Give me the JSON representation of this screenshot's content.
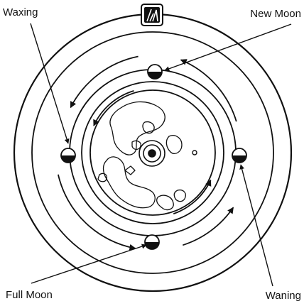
{
  "labels": {
    "waxing": "Waxing",
    "new_moon": "New Moon",
    "full_moon": "Full Moon",
    "waning": "Waning"
  },
  "emblem": {
    "icon": "sun-rays-emblem-icon"
  },
  "colors": {
    "ink": "#111111",
    "background": "#ffffff"
  }
}
